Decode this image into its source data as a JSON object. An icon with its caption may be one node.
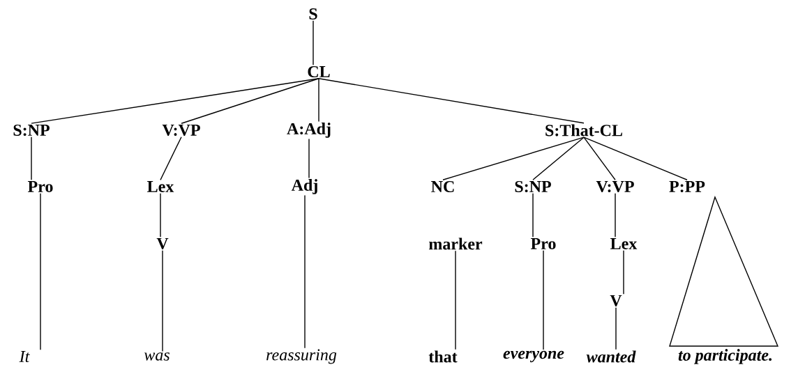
{
  "diagram": {
    "nodes": [
      {
        "text": [
          "S"
        ]
      },
      {
        "text": [
          "CL"
        ]
      },
      {
        "text": [
          "S:NP"
        ]
      },
      {
        "text": [
          "V:VP"
        ]
      },
      {
        "text": [
          "A:Adj"
        ]
      },
      {
        "text": [
          "S:That-CL"
        ]
      },
      {
        "text": [
          "Pro"
        ]
      },
      {
        "text": [
          "Lex"
        ]
      },
      {
        "text": [
          "Adj"
        ]
      },
      {
        "text": [
          "NC"
        ]
      },
      {
        "text": [
          "S:NP"
        ]
      },
      {
        "text": [
          "V:VP"
        ]
      },
      {
        "text": [
          "P:PP"
        ]
      },
      {
        "text": [
          "V"
        ]
      },
      {
        "text": [
          "marker"
        ]
      },
      {
        "text": [
          "Pro"
        ]
      },
      {
        "text": [
          "Lex"
        ]
      },
      {
        "text": [
          "V"
        ]
      },
      {
        "text": [],
        "shape": "triangle"
      },
      {
        "text": [
          "It"
        ]
      },
      {
        "text": [
          "was"
        ]
      },
      {
        "text": [
          "reassuring"
        ]
      },
      {
        "text": [
          "that"
        ]
      },
      {
        "text": [
          "everyone"
        ]
      },
      {
        "text": [
          "wanted"
        ]
      },
      {
        "text": [
          "to participate."
        ]
      }
    ],
    "edges": [
      {
        "from": 0,
        "to": 1,
        "arrow": "none"
      },
      {
        "from": 1,
        "to": 2,
        "arrow": "none"
      },
      {
        "from": 1,
        "to": 3,
        "arrow": "none"
      },
      {
        "from": 1,
        "to": 4,
        "arrow": "none"
      },
      {
        "from": 1,
        "to": 5,
        "arrow": "none"
      },
      {
        "from": 2,
        "to": 6,
        "arrow": "none"
      },
      {
        "from": 3,
        "to": 7,
        "arrow": "none"
      },
      {
        "from": 4,
        "to": 8,
        "arrow": "none"
      },
      {
        "from": 5,
        "to": 9,
        "arrow": "none"
      },
      {
        "from": 5,
        "to": 10,
        "arrow": "none"
      },
      {
        "from": 5,
        "to": 11,
        "arrow": "none"
      },
      {
        "from": 5,
        "to": 12,
        "arrow": "none"
      },
      {
        "from": 7,
        "to": 13,
        "arrow": "none"
      },
      {
        "from": 10,
        "to": 15,
        "arrow": "none"
      },
      {
        "from": 11,
        "to": 16,
        "arrow": "none"
      },
      {
        "from": 16,
        "to": 17,
        "arrow": "none"
      },
      {
        "from": 6,
        "to": 19,
        "arrow": "none"
      },
      {
        "from": 13,
        "to": 20,
        "arrow": "none"
      },
      {
        "from": 8,
        "to": 21,
        "arrow": "none"
      },
      {
        "from": 14,
        "to": 22,
        "arrow": "none"
      },
      {
        "from": 15,
        "to": 23,
        "arrow": "none"
      },
      {
        "from": 17,
        "to": 24,
        "arrow": "none"
      }
    ]
  }
}
